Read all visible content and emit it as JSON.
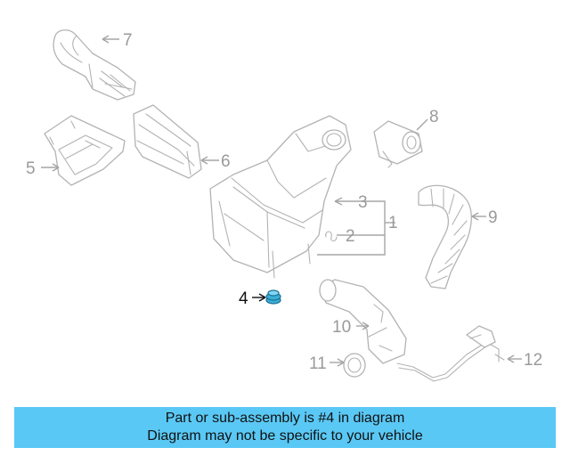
{
  "callouts": {
    "c1": "1",
    "c2": "2",
    "c3": "3",
    "c4": "4",
    "c5": "5",
    "c6": "6",
    "c7": "7",
    "c8": "8",
    "c9": "9",
    "c10": "10",
    "c11": "11",
    "c12": "12"
  },
  "highlighted_part": "4",
  "colors": {
    "banner_bg": "#5ac8f5",
    "highlight_part": "#3aaed8",
    "part_line": "#b3b3b3",
    "active_label": "#111111",
    "inactive_label": "#9a9a9a"
  },
  "banner": {
    "line1": "Part or sub-assembly is #4 in diagram",
    "line2": "Diagram may not be specific to your vehicle"
  }
}
